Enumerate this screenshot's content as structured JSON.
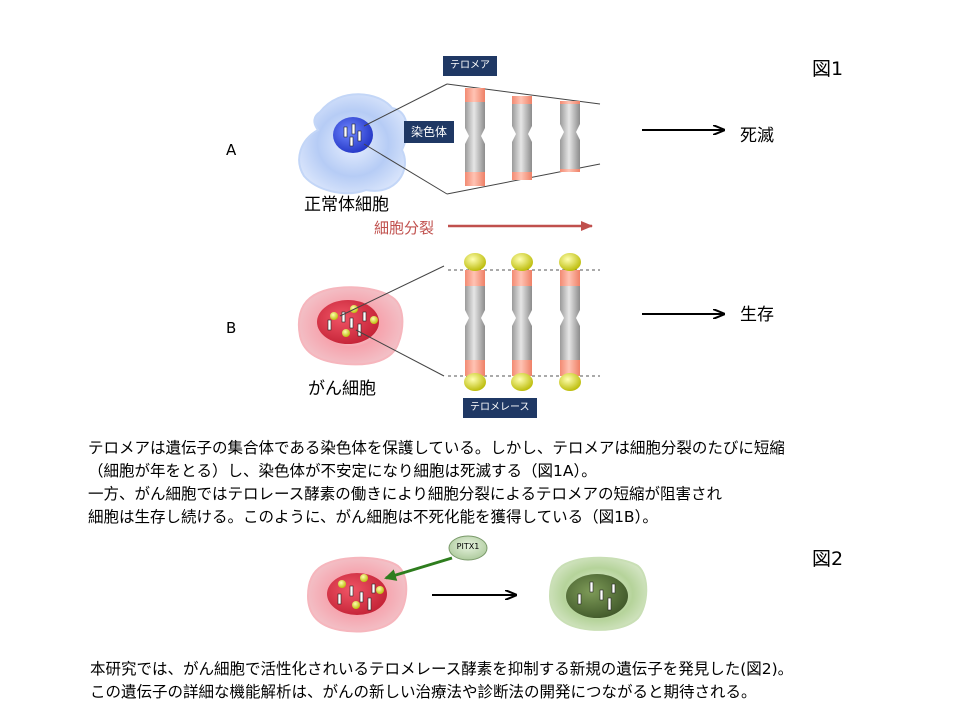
{
  "figure1": {
    "title": "図1",
    "row_a_label": "A",
    "row_b_label": "B",
    "telomere_tag": "テロメア",
    "chromosome_tag": "染色体",
    "normal_cell_label": "正常体細胞",
    "cancer_cell_label": "がん細胞",
    "division_label": "細胞分裂",
    "telomerase_tag": "テロメレース",
    "outcome_a": "死滅",
    "outcome_b": "生存"
  },
  "paragraph1": {
    "lines": [
      "テロメアは遺伝子の集合体である染色体を保護している。しかし、テロメアは細胞分裂のたびに短縮",
      "（細胞が年をとる）し、染色体が不安定になり細胞は死滅する（図1A）。",
      "一方、がん細胞ではテロレース酵素の働きにより細胞分裂によるテロメアの短縮が阻害され",
      "細胞は生存し続ける。このように、がん細胞は不死化能を獲得している（図1B）。"
    ]
  },
  "figure2": {
    "title": "図2",
    "factor_label": "PITX1"
  },
  "paragraph2": {
    "lines": [
      "本研究では、がん細胞で活性化されいるテロメレース酵素を抑制する新規の遺伝子を発見した(図2)。",
      "この遺伝子の詳細な機能解析は、がんの新しい治療法や診断法の開発につながると期待される。"
    ]
  },
  "colors": {
    "normal_cell": "#9cbcf0",
    "cancer_cell": "#f07a8a",
    "inhibited_cell": "#a9c98a",
    "telomere": "#f79b86",
    "chromosome": "#b8b8b8",
    "telomerase": "#d8d820",
    "division_arrow": "#c0504d",
    "inhibit_arrow": "#2e7d1e",
    "tag_bg": "#1f3864"
  }
}
